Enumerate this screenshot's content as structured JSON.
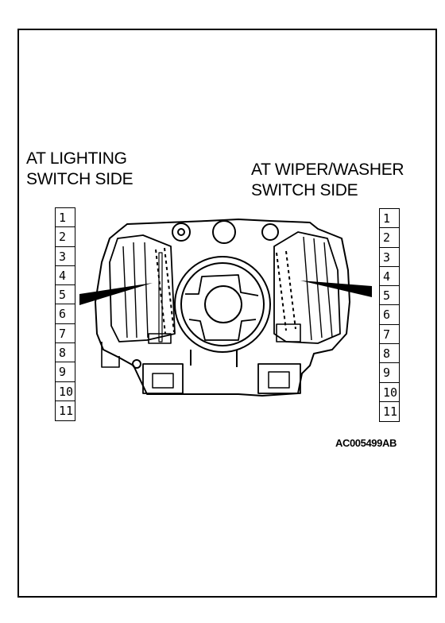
{
  "left_label": {
    "line1": "AT LIGHTING",
    "line2": "SWITCH SIDE"
  },
  "right_label": {
    "line1": "AT WIPER/WASHER",
    "line2": "SWITCH SIDE"
  },
  "left_pins": [
    "1",
    "2",
    "3",
    "4",
    "5",
    "6",
    "7",
    "8",
    "9",
    "10",
    "11"
  ],
  "right_pins": [
    "1",
    "2",
    "3",
    "4",
    "5",
    "6",
    "7",
    "8",
    "9",
    "10",
    "11"
  ],
  "figure_code": "AC005499AB",
  "colors": {
    "ink": "#000000",
    "paper": "#ffffff"
  }
}
